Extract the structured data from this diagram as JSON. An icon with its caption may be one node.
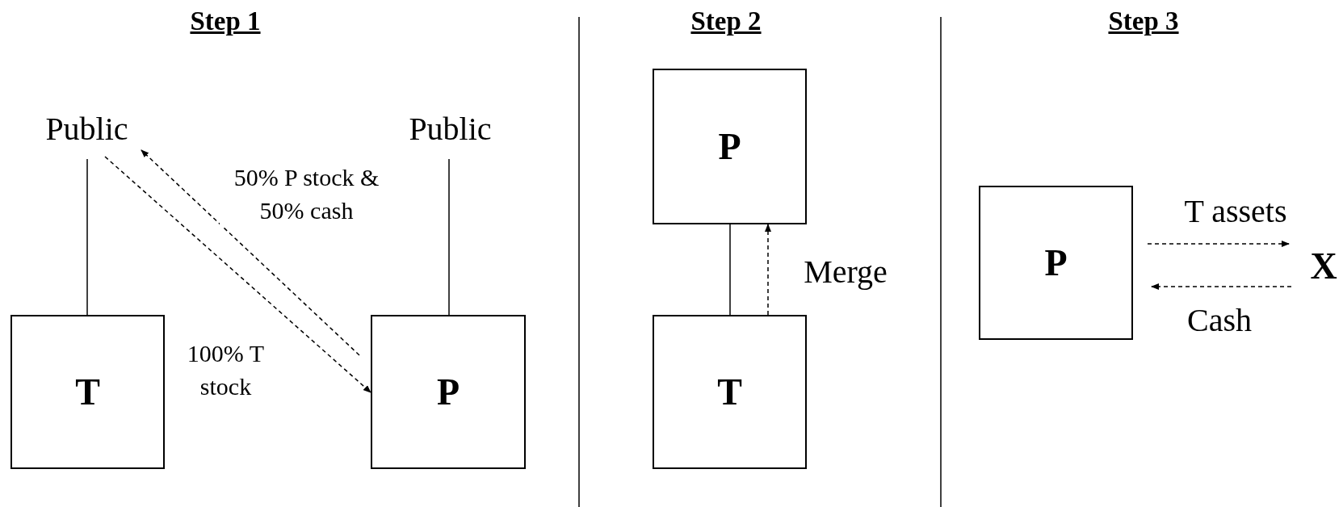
{
  "diagram": {
    "nodes": [
      {
        "text": [
          "Public"
        ]
      },
      {
        "text": [
          "T"
        ]
      },
      {
        "text": [
          "Public"
        ]
      },
      {
        "text": [
          "P"
        ]
      },
      {
        "text": [
          "P"
        ]
      },
      {
        "text": [
          "T"
        ]
      },
      {
        "text": [
          "P"
        ]
      },
      {
        "text": [
          "X"
        ]
      }
    ],
    "edges": [
      {
        "from": 0,
        "to": 1,
        "arrow": "none"
      },
      {
        "from": 2,
        "to": 3,
        "arrow": "none"
      },
      {
        "from": 0,
        "to": 3,
        "arrow": "to",
        "style": "dashed",
        "label": "100% T stock"
      },
      {
        "from": 3,
        "to": 0,
        "arrow": "to",
        "style": "dashed",
        "label": "50% P stock & 50% cash"
      },
      {
        "from": 4,
        "to": 5,
        "arrow": "none"
      },
      {
        "from": 5,
        "to": 4,
        "arrow": "to",
        "style": "dashed",
        "label": "Merge"
      },
      {
        "from": 6,
        "to": 7,
        "arrow": "to",
        "style": "dashed",
        "label": "T assets"
      },
      {
        "from": 7,
        "to": 6,
        "arrow": "to",
        "style": "dashed",
        "label": "Cash"
      }
    ],
    "labels": [
      "Step 1",
      "Step 2",
      "Step 3"
    ]
  }
}
